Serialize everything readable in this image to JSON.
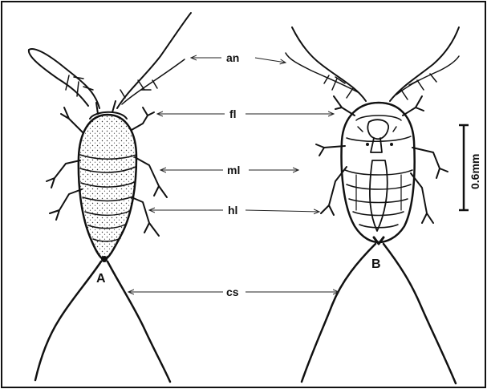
{
  "figure": {
    "labels": {
      "antenna": "an",
      "foreleg": "fl",
      "midleg": "ml",
      "hindleg": "hl",
      "caudal_setae": "cs"
    },
    "panels": {
      "left": "A",
      "right": "B"
    },
    "scale_bar": "0.6mm"
  }
}
